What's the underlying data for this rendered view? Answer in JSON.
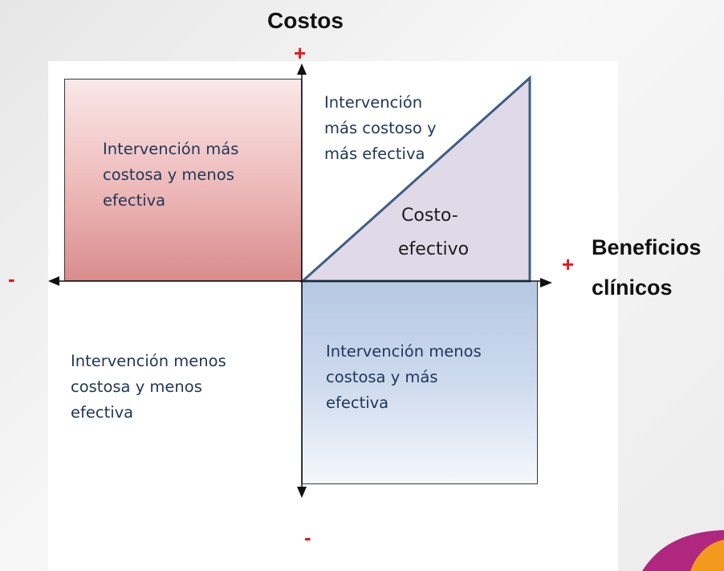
{
  "axes": {
    "y_label": "Costos",
    "x_label_line1": "Beneficios",
    "x_label_line2": "clínicos",
    "y_plus": "+",
    "y_minus": "-",
    "x_plus": "+",
    "x_minus": "-"
  },
  "quadrants": {
    "top_left": [
      "Intervención más",
      "costosa y menos",
      "efectiva"
    ],
    "top_right": [
      "Intervención",
      "más costoso y",
      "más efectiva"
    ],
    "bottom_left": [
      "Intervención menos",
      "costosa y menos",
      "efectiva"
    ],
    "bottom_right": [
      "Intervención menos",
      "costosa y más",
      "efectiva"
    ]
  },
  "triangle": {
    "label_line1": "Costo-",
    "label_line2": "efectivo"
  },
  "colors": {
    "sign": "#e8161b",
    "quadrant_text": "#1f3657",
    "triangle_fill": "#e0d9e8",
    "triangle_stroke": "#3e5d86"
  }
}
